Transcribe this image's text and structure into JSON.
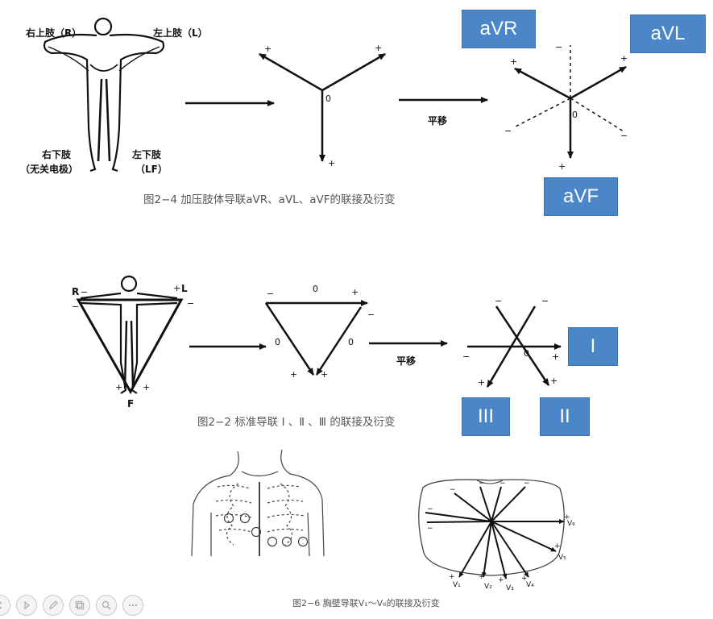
{
  "fig4": {
    "labels": {
      "right_arm": "右上肢（R）",
      "left_arm": "左上肢（L）",
      "right_leg_1": "右下肢",
      "right_leg_2": "（无关电极）",
      "left_leg_1": "左下肢",
      "left_leg_2": "（LF）",
      "shift": "平移",
      "zero": "0",
      "plus": "+",
      "minus": "−"
    },
    "caption": "图2−4   加压肢体导联aVR、aVL、aVF的联接及衍变"
  },
  "fig2": {
    "labels": {
      "R": "R",
      "L": "L",
      "F": "F",
      "shift": "平移",
      "zero": "0",
      "plus": "+",
      "minus": "−"
    },
    "caption": "图2−2   标准导联 Ⅰ 、Ⅱ 、Ⅲ 的联接及衍变"
  },
  "fig6": {
    "caption": "图2−6   胸壁导联V₁～V₆的联接及衍变",
    "electrodes": [
      "V₁",
      "V₂",
      "V₃",
      "V₄",
      "V₅",
      "V₆"
    ],
    "v1": "V₁",
    "v2": "V₂",
    "v3": "V₃",
    "v4": "V₄",
    "v5": "V₅",
    "v6": "V₆",
    "plus": "+",
    "minus": "−"
  },
  "callouts": {
    "aVR": "aVR",
    "aVL": "aVL",
    "aVF": "aVF",
    "I": "I",
    "II": "II",
    "III": "III"
  },
  "colors": {
    "callout_bg": "#4a86c8",
    "ink": "#111111"
  },
  "toolbar": {
    "prev_icon": "prev-icon",
    "next_icon": "next-icon",
    "pen_icon": "pen-icon",
    "slides_icon": "slides-icon",
    "zoom_icon": "zoom-icon",
    "more_icon": "more-icon"
  }
}
